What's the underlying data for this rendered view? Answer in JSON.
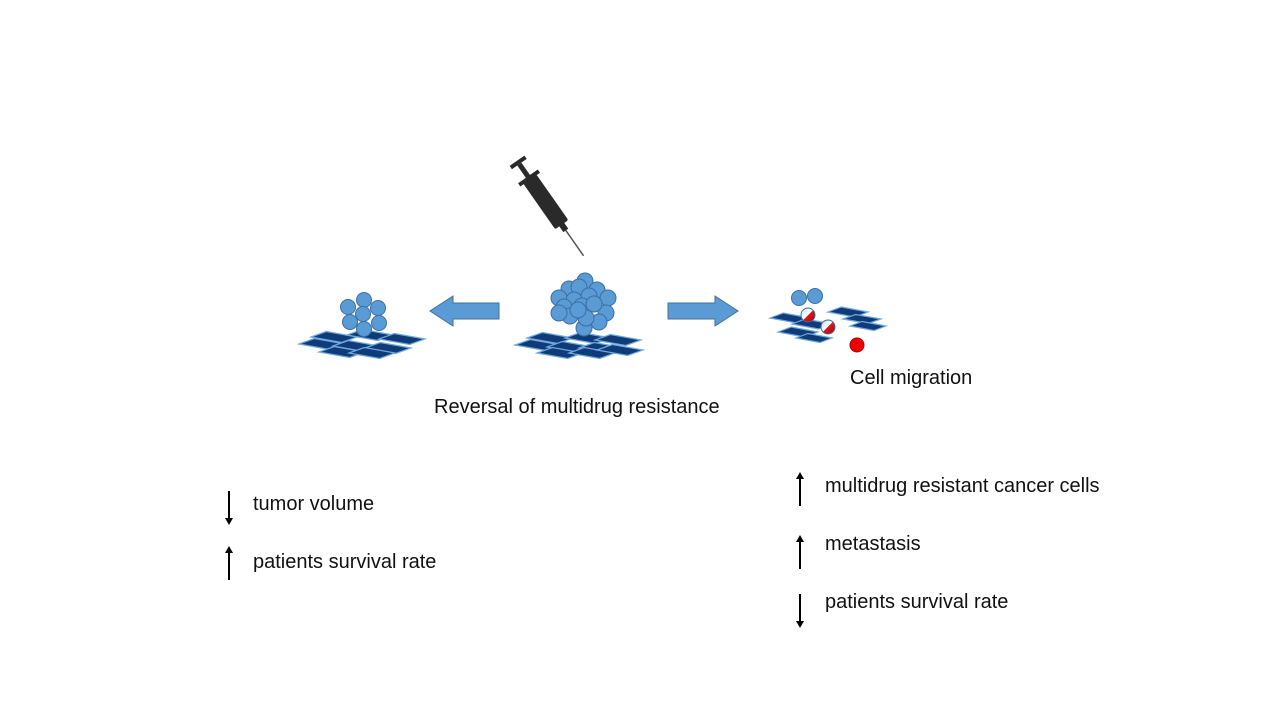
{
  "labels": {
    "cell_migration": "Cell migration",
    "reversal": "Reversal of multidrug resistance"
  },
  "left_outcomes": [
    {
      "direction": "down",
      "text": "tumor volume"
    },
    {
      "direction": "up",
      "text": "patients survival rate"
    }
  ],
  "right_outcomes": [
    {
      "direction": "up",
      "text": "multidrug resistant cancer cells"
    },
    {
      "direction": "up",
      "text": "metastasis"
    },
    {
      "direction": "down",
      "text": "patients survival rate"
    }
  ],
  "colors": {
    "cell_fill": "#5b9bd5",
    "cell_stroke": "#3a6fa5",
    "tissue_fill": "#0f3b78",
    "tissue_stroke": "#6fa8dc",
    "arrow_fill": "#5b9bd5",
    "arrow_stroke": "#41719c",
    "resistant_cell": "#ee0000",
    "syringe": "#2a2a2a"
  }
}
